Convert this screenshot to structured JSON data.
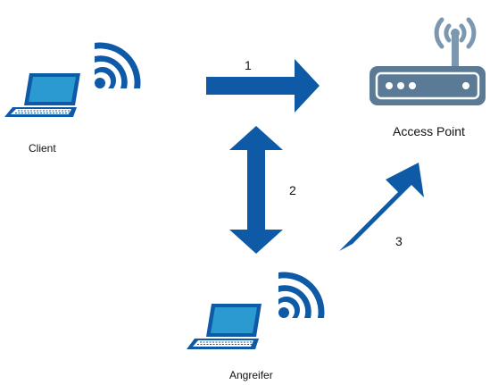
{
  "nodes": {
    "client": {
      "label": "Client"
    },
    "attacker": {
      "label": "Angreifer"
    },
    "access_point": {
      "label": "Access Point"
    }
  },
  "arrows": [
    {
      "id": "client-to-ap",
      "number": "1",
      "direction": "right"
    },
    {
      "id": "client-attacker",
      "number": "2",
      "direction": "bidirectional-vertical"
    },
    {
      "id": "attacker-to-ap",
      "number": "3",
      "direction": "up-right"
    }
  ],
  "icons": {
    "laptop": "laptop-icon",
    "wifi": "wifi-signal-icon",
    "router": "router-icon"
  },
  "colors": {
    "primary_blue": "#0f5aa6",
    "laptop_fill": "#1f90c8",
    "router_body": "#5b7a96",
    "router_antenna": "#7c98b0"
  }
}
